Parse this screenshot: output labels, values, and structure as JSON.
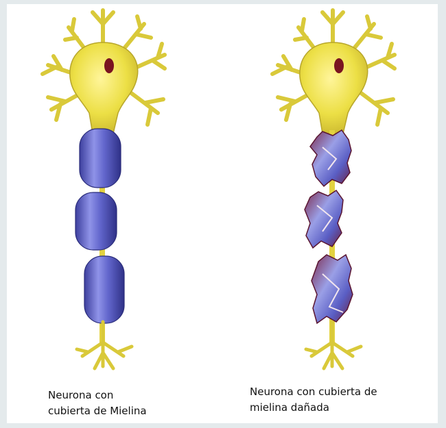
{
  "figure": {
    "left_caption": {
      "line1": "Neurona con",
      "line2": "cubierta de Mielina"
    },
    "right_caption": {
      "line1": "Neurona con cubierta de",
      "line2": "mielina dañada"
    }
  },
  "colors": {
    "background": "#e4eaec",
    "panel": "#ffffff",
    "cell_body": "#ecdf45",
    "cell_outline": "#b7a62a",
    "nucleus": "#7a1420",
    "myelin": "#5a5ec4",
    "myelin_damage": "#8a2a48"
  }
}
